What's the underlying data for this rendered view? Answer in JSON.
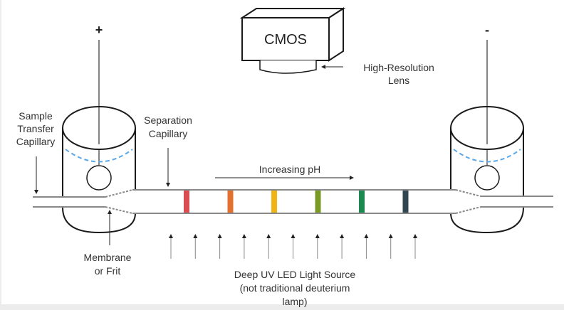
{
  "labels": {
    "plus": "+",
    "minus": "-",
    "camera": "CMOS",
    "lens": [
      "High-Resolution",
      "Lens"
    ],
    "sample_transfer": [
      "Sample",
      "Transfer",
      "Capillary"
    ],
    "separation": [
      "Separation",
      "Capillary"
    ],
    "membrane": [
      "Membrane",
      "or Frit"
    ],
    "increasing_ph": "Increasing pH",
    "light_source": [
      "Deep UV LED Light Source",
      "(not traditional deuterium",
      "lamp)"
    ]
  },
  "bands": [
    {
      "name": "band-1",
      "color": "#d94c52"
    },
    {
      "name": "band-2",
      "color": "#e5702e"
    },
    {
      "name": "band-3",
      "color": "#f0b414"
    },
    {
      "name": "band-4",
      "color": "#7a9a26"
    },
    {
      "name": "band-5",
      "color": "#1c8a50"
    },
    {
      "name": "band-6",
      "color": "#2f4550"
    }
  ],
  "uv_arrow_count": 11,
  "colors": {
    "meniscus": "#5aa8e8",
    "stroke": "#1a1a1a",
    "capillary": "#888888"
  }
}
